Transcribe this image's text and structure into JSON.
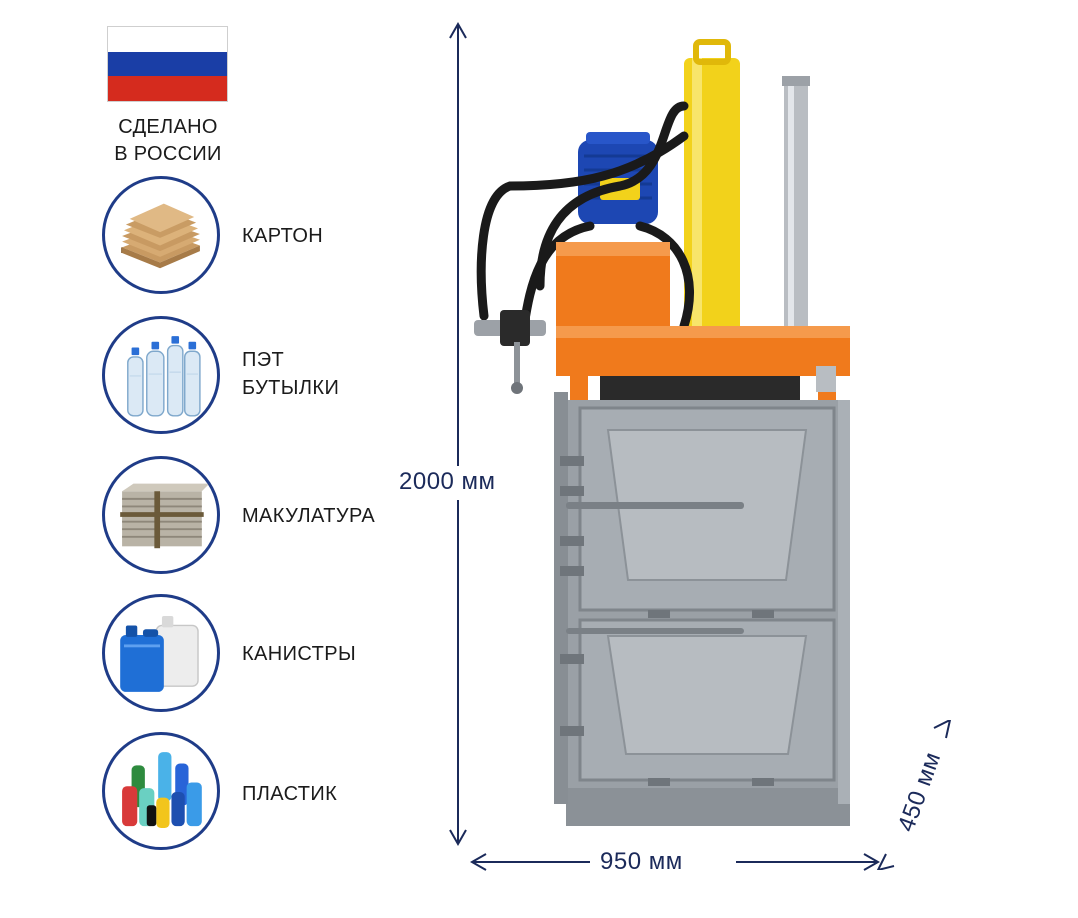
{
  "badge": {
    "flag_colors": [
      "#ffffff",
      "#1a3ea6",
      "#d52b1e"
    ],
    "made_in_line1": "СДЕЛАНО",
    "made_in_line2": "В РОССИИ"
  },
  "materials": [
    {
      "label_lines": [
        "КАРТОН"
      ],
      "icon": "cardboard-stack-icon"
    },
    {
      "label_lines": [
        "ПЭТ",
        "БУТЫЛКИ"
      ],
      "icon": "pet-bottles-icon"
    },
    {
      "label_lines": [
        "МАКУЛАТУРА"
      ],
      "icon": "paper-bundle-icon"
    },
    {
      "label_lines": [
        "КАНИСТРЫ"
      ],
      "icon": "canisters-icon"
    },
    {
      "label_lines": [
        "ПЛАСТИК"
      ],
      "icon": "plastic-bottles-icon"
    }
  ],
  "dimensions": {
    "height": "2000 мм",
    "width": "950 мм",
    "depth": "450 мм"
  },
  "colors": {
    "accent_dark_blue": "#1f3c88",
    "dimension_navy": "#1b2a5a",
    "frame_orange": "#f07a1c",
    "body_grey": "#9aa0a6",
    "cylinder_yellow": "#f2d21b",
    "motor_blue": "#1d47b3"
  }
}
